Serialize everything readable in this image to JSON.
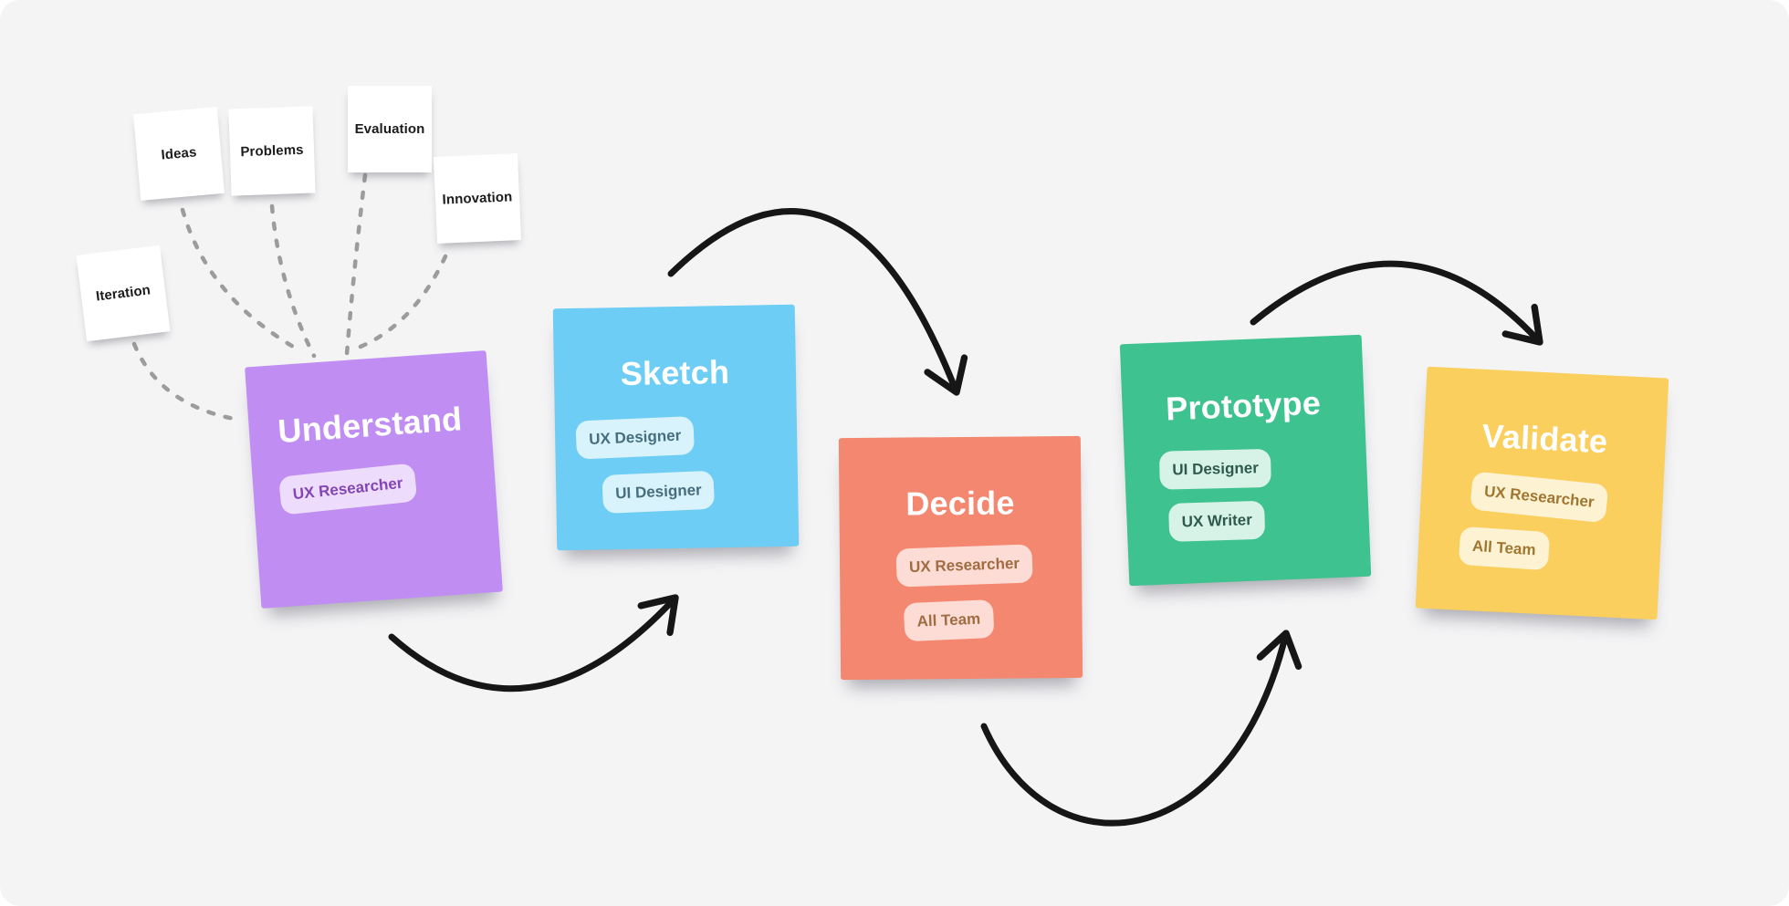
{
  "colors": {
    "background": "#f4f4f5",
    "arrow": "#161616",
    "connector": "#9c9c9c",
    "mini_note_bg": "#ffffff",
    "mini_note_text": "#1c1c1e",
    "title_text": "#ffffff"
  },
  "mini_notes": [
    {
      "label": "Ideas"
    },
    {
      "label": "Problems"
    },
    {
      "label": "Evaluation"
    },
    {
      "label": "Innovation"
    },
    {
      "label": "Iteration"
    }
  ],
  "stage_notes": [
    {
      "title": "Understand",
      "color": "#c08ef3",
      "badge_bg": "#eedcfc",
      "badge_text": "#8246b4",
      "badges": [
        "UX Researcher"
      ]
    },
    {
      "title": "Sketch",
      "color": "#6ecdf5",
      "badge_bg": "#d8f3fc",
      "badge_text": "#466e7d",
      "badges": [
        "UX Designer",
        "UI Designer"
      ]
    },
    {
      "title": "Decide",
      "color": "#f4876f",
      "badge_bg": "#fcdcd4",
      "badge_text": "#a06c42",
      "badges": [
        "UX Researcher",
        "All Team"
      ]
    },
    {
      "title": "Prototype",
      "color": "#3ec28f",
      "badge_bg": "#d7f2e7",
      "badge_text": "#2d5a4d",
      "badges": [
        "UI Designer",
        "UX Writer"
      ]
    },
    {
      "title": "Validate",
      "color": "#facf5e",
      "badge_bg": "#fdf3d3",
      "badge_text": "#a07630",
      "badges": [
        "UX Researcher",
        "All Team"
      ]
    }
  ],
  "flow": {
    "sequence": [
      "Understand",
      "Sketch",
      "Decide",
      "Prototype",
      "Validate"
    ],
    "inputs_to_understand": [
      "Ideas",
      "Problems",
      "Evaluation",
      "Innovation",
      "Iteration"
    ]
  }
}
